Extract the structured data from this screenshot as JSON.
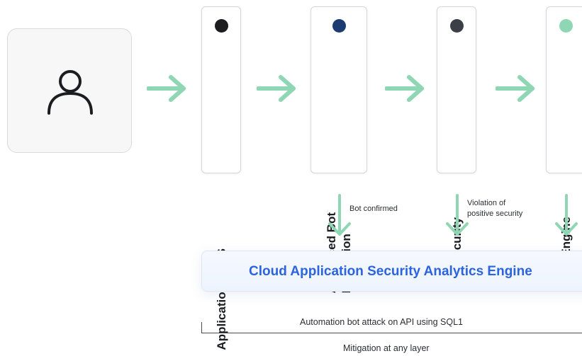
{
  "colors": {
    "arrow": "#8fd6b4",
    "engine_title": "#2b63e0"
  },
  "user": {
    "icon": "user-icon"
  },
  "layers": [
    {
      "line1": "Application DDoS",
      "line2": "",
      "dot_color": "#1d1d1f"
    },
    {
      "line1": "Advanced Bot",
      "line2": "Protection",
      "dot_color": "#1d3b73"
    },
    {
      "line1": "API Security",
      "line2": "",
      "dot_color": "#3c4046"
    },
    {
      "line1": "WAF Engine",
      "line2": "",
      "dot_color": "#8fd6b4"
    }
  ],
  "notes": {
    "bot_confirmed": "Bot confirmed",
    "violation_line1": "Violation of",
    "violation_line2": "positive security"
  },
  "engine": {
    "title": "Cloud Application Security Analytics Engine"
  },
  "captions": {
    "attack": "Automation bot attack on API using SQL1",
    "mitigation": "Mitigation at any layer"
  }
}
